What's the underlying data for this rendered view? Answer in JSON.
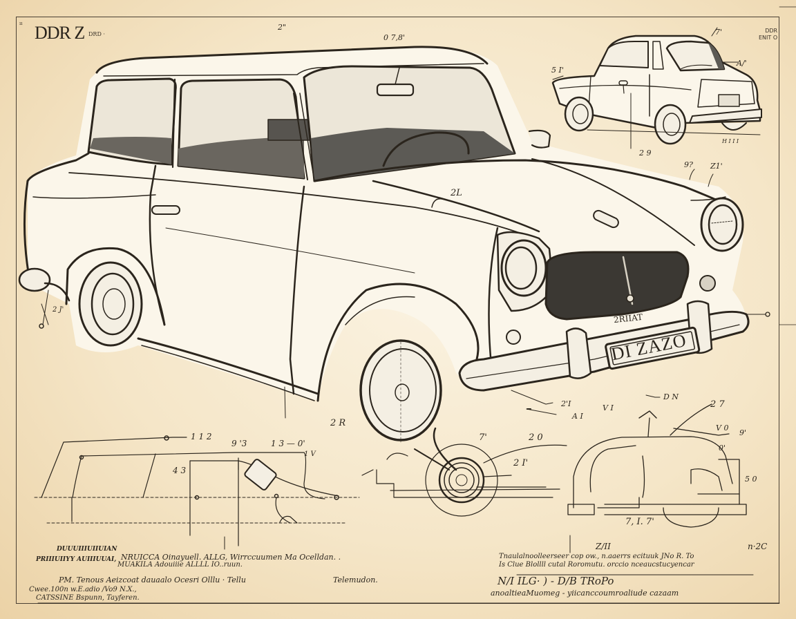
{
  "drawing": {
    "title": "DDR Z",
    "subtitle": "DRD ·",
    "corner_mark": "ıı",
    "top_right_label": [
      "DDR",
      "ENIT O"
    ],
    "colors": {
      "paper": "#f5e6c8",
      "paper_edge": "#ebd2a6",
      "ink": "#2b251d",
      "glass": "#5c5a55",
      "frame": "#4a4033"
    },
    "main_view": {
      "license_plate": "DI ZAZO",
      "grille_badge": "2RIIAT"
    },
    "callouts": [
      {
        "id": "roof-top",
        "text": "2\""
      },
      {
        "id": "roof-mid",
        "text": "0 7,8'"
      },
      {
        "id": "rear-view-left",
        "text": "5 I'"
      },
      {
        "id": "rear-view-roof",
        "text": "7'"
      },
      {
        "id": "rear-view-window",
        "text": "A/'"
      },
      {
        "id": "rear-view-base",
        "text": "2 9"
      },
      {
        "id": "rear-view-ground",
        "text": "H I I I"
      },
      {
        "id": "hood",
        "text": "2L"
      },
      {
        "id": "headlamp-a",
        "text": "9?"
      },
      {
        "id": "headlamp-b",
        "text": "Z1'"
      },
      {
        "id": "bumper-a",
        "text": "2'I"
      },
      {
        "id": "bumper-b",
        "text": "A I"
      },
      {
        "id": "bumper-c",
        "text": "V I"
      },
      {
        "id": "plate-side",
        "text": "D N"
      },
      {
        "id": "chassis-right",
        "text": "2 7"
      },
      {
        "id": "chassis-right-b",
        "text": "V 0"
      },
      {
        "id": "chassis-right-c",
        "text": "9'"
      },
      {
        "id": "chassis-right-d",
        "text": "0'"
      },
      {
        "id": "chassis-right-e",
        "text": "5 0"
      },
      {
        "id": "chassis-bottom",
        "text": "7, I. 7'"
      },
      {
        "id": "wheel-section",
        "text": "7'"
      },
      {
        "id": "wheel-section-b",
        "text": "2 0"
      },
      {
        "id": "wheel-section-c",
        "text": "2 I'"
      },
      {
        "id": "front-wheel",
        "text": "2 R"
      },
      {
        "id": "profile-top",
        "text": "1 1 2"
      },
      {
        "id": "profile-a",
        "text": "9 '3"
      },
      {
        "id": "profile-b",
        "text": "1 3 — 0'"
      },
      {
        "id": "profile-c",
        "text": "1 V"
      },
      {
        "id": "profile-d",
        "text": "4 3"
      },
      {
        "id": "rear-bumper-note",
        "text": "2 J'"
      }
    ],
    "notes_left": {
      "heading": "DUUUIIIUIIUIAN",
      "line1_lead": "PRIIIUIIYY AUIIIUUAI,",
      "line1": "NRUICCA Oinayuell. ALLG, Wirrccuumen Ma Ocelldan. .",
      "line2": "MUAKILA Adouiiie   ALLLL IO..ruun.",
      "line3": "PM. Tenous Aeizcoat dauaalo Ocesri Olllu · Tellu",
      "line3_right": "Telemudon.",
      "line4": "Cwee.100n w.E.adio /Vo9 N.X.,",
      "line5": "CATSSINE Bspunn, Tayferen."
    },
    "notes_right": {
      "top_code": "Z/II",
      "top_right": "n·2C",
      "line1": "Tnaulalnoolleerseer cop ow., n.aaerrs ecituuk  JNo R. To",
      "line2": "Is Clue Blollll  cutal Roromutu. orccio nceaucstucyencar",
      "line3": "N/I  ILG· ) - D/B TRoPo",
      "line4": "anoaltieaMuomeg - yiicanccoumroaliude cazaam"
    }
  }
}
